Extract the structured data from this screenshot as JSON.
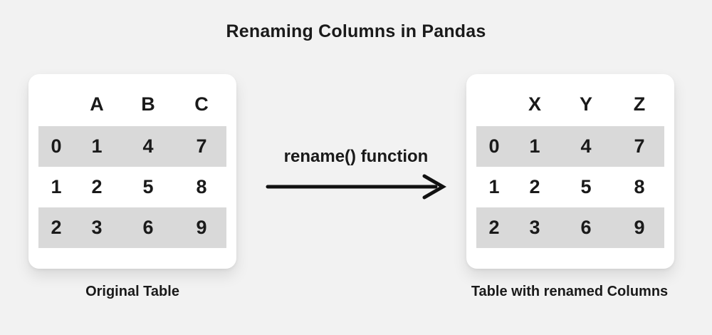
{
  "title": "Renaming Columns in Pandas",
  "arrow": {
    "label": "rename() function",
    "icon": "right-arrow-icon",
    "direction": "right"
  },
  "left_table": {
    "caption": "Original Table",
    "columns": [
      "A",
      "B",
      "C"
    ],
    "rows": [
      {
        "index": "0",
        "values": [
          "1",
          "4",
          "7"
        ]
      },
      {
        "index": "1",
        "values": [
          "2",
          "5",
          "8"
        ]
      },
      {
        "index": "2",
        "values": [
          "3",
          "6",
          "9"
        ]
      }
    ]
  },
  "right_table": {
    "caption": "Table with renamed Columns",
    "columns": [
      "X",
      "Y",
      "Z"
    ],
    "rows": [
      {
        "index": "0",
        "values": [
          "1",
          "4",
          "7"
        ]
      },
      {
        "index": "1",
        "values": [
          "2",
          "5",
          "8"
        ]
      },
      {
        "index": "2",
        "values": [
          "3",
          "6",
          "9"
        ]
      }
    ]
  },
  "colors": {
    "background": "#f2f2f2",
    "card": "#ffffff",
    "row_stripe": "#d9d9d9",
    "text": "#1a1a1a",
    "arrow": "#111111"
  }
}
